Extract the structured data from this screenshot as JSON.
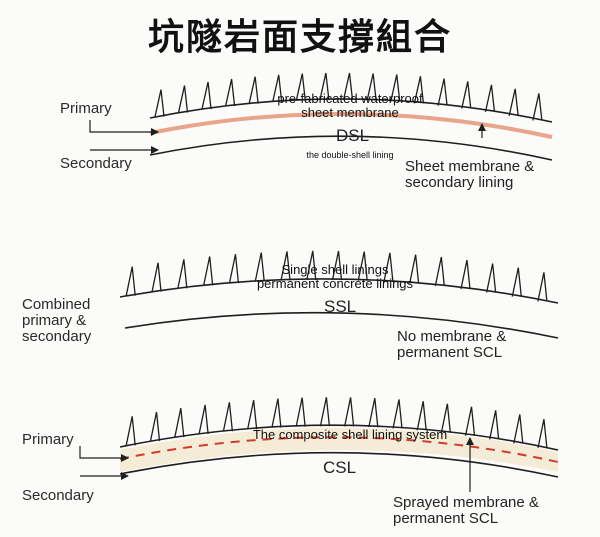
{
  "title": "坑隧岩面支撐組合",
  "colors": {
    "line": "#1f1f1f",
    "membrane": "#e8a58a",
    "spray_dash": "#d23a2a",
    "spray_fill": "#f4ecd6",
    "background": "#fbfbfa"
  },
  "panels": [
    {
      "abbr": "DSL",
      "annotation_1": "pre-fabricated waterproof",
      "annotation_2": "sheet membrane",
      "annotation_small": "the double-shell lining",
      "label_primary": "Primary",
      "label_secondary": "Secondary",
      "desc_1": "Sheet membrane &",
      "desc_2": "secondary lining"
    },
    {
      "abbr": "SSL",
      "annotation_1": "Single shell linings",
      "annotation_2": "permanent concrete linings",
      "label_1": "Combined",
      "label_2": "primary &",
      "label_3": "secondary",
      "desc_1": "No membrane &",
      "desc_2": "permanent SCL"
    },
    {
      "abbr": "CSL",
      "annotation_1": "The composite shell lining system",
      "label_primary": "Primary",
      "label_secondary": "Secondary",
      "desc_1": "Sprayed membrane &",
      "desc_2": "permanent SCL"
    }
  ]
}
